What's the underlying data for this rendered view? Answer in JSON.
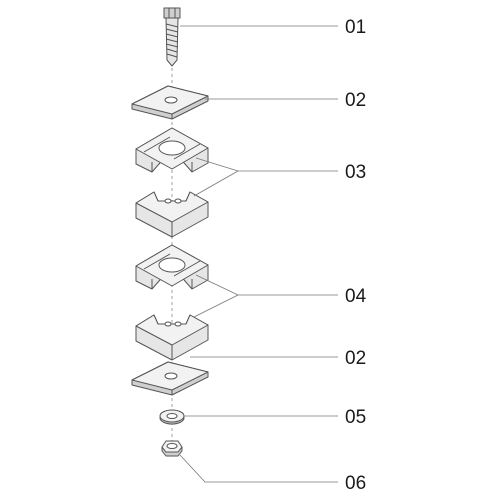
{
  "callouts": [
    {
      "label": "01"
    },
    {
      "label": "02"
    },
    {
      "label": "03"
    },
    {
      "label": "04"
    },
    {
      "label": "02"
    },
    {
      "label": "05"
    },
    {
      "label": "06"
    }
  ]
}
